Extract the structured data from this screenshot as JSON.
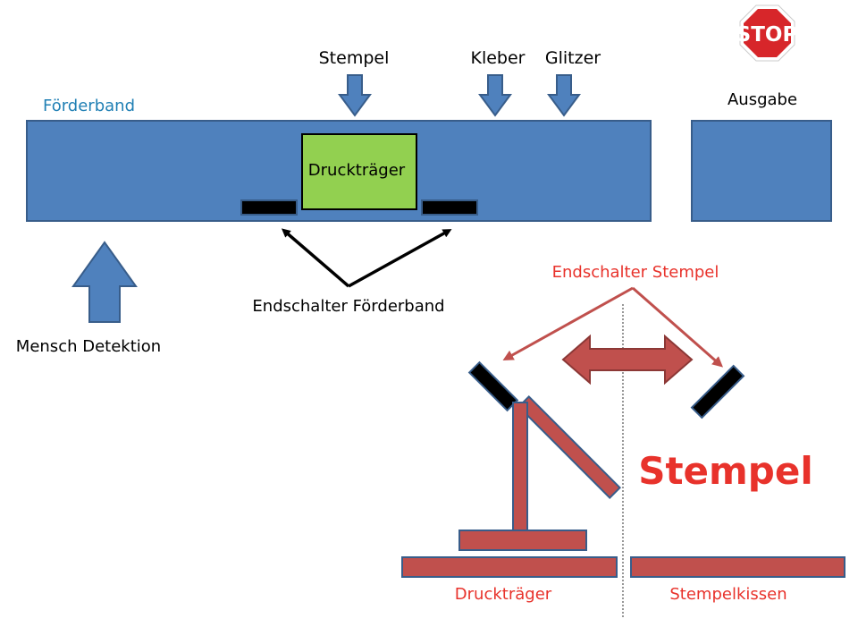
{
  "labels": {
    "stempel_top": "Stempel",
    "kleber": "Kleber",
    "glitzer": "Glitzer",
    "foerderband": "Förderband",
    "ausgabe": "Ausgabe",
    "stop_sign": "STOP",
    "drucktraeger_box": "Druckträger",
    "endschalter_foerderband": "Endschalter Förderband",
    "mensch_detektion": "Mensch Detektion",
    "endschalter_stempel": "Endschalter Stempel",
    "stempel_big": "Stempel",
    "drucktraeger_bottom": "Druckträger",
    "stempelkissen": "Stempelkissen"
  },
  "colors": {
    "belt_blue": "#4f81bd",
    "belt_border": "#385d8a",
    "carrier_green": "#92d050",
    "stamp_red": "#c0504d",
    "stamp_border": "#8c3836",
    "label_red": "#e8322b",
    "label_teal": "#1f7fb4",
    "stop_red": "#d7262a"
  }
}
